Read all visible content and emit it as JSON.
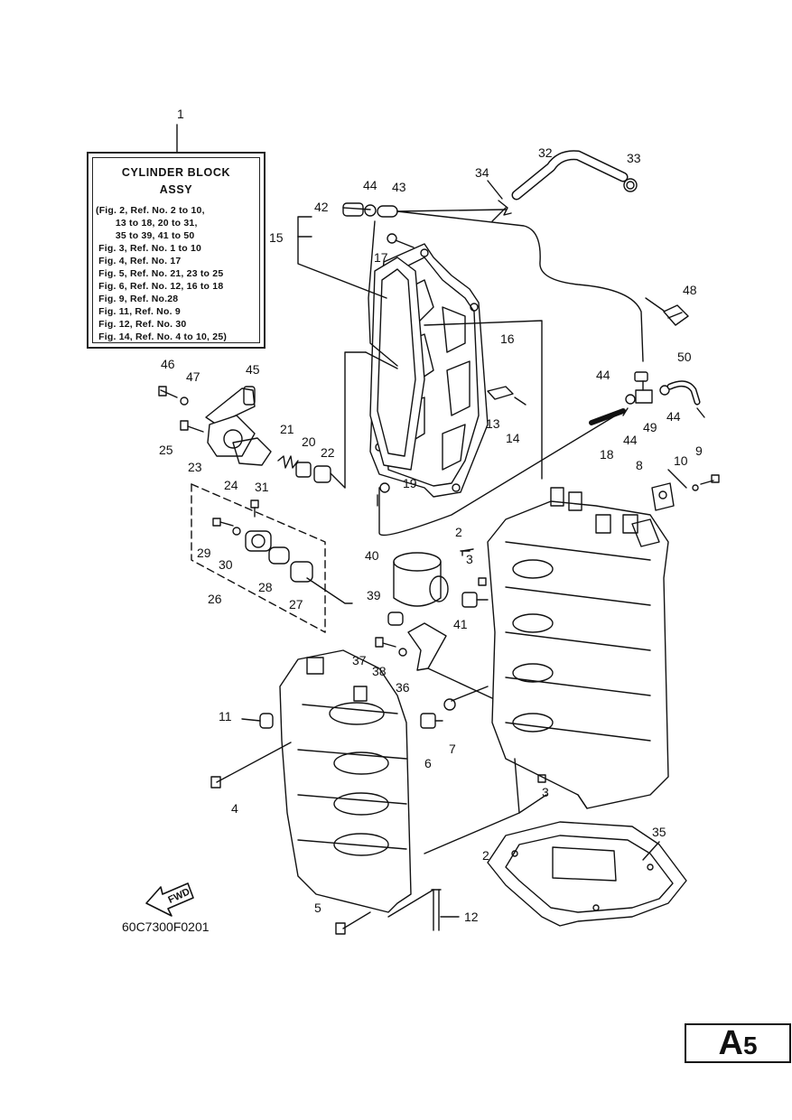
{
  "assy_box": {
    "callout": "1",
    "title_line1": "CYLINDER BLOCK",
    "title_line2": "ASSY",
    "refs": [
      "(Fig. 2, Ref. No. 2 to 10,",
      "       13 to 18, 20 to 31,",
      "       35 to 39, 41 to 50",
      " Fig. 3, Ref. No. 1 to 10",
      " Fig. 4, Ref. No. 17",
      " Fig. 5, Ref. No. 21, 23 to 25",
      " Fig. 6, Ref. No. 12, 16 to 18",
      " Fig. 9, Ref. No.28",
      " Fig. 11, Ref. No. 9",
      " Fig. 12, Ref. No. 30",
      " Fig. 14, Ref. No. 4 to 10, 25)"
    ]
  },
  "part_numbers": {
    "p2a": "2",
    "p2b": "2",
    "p3a": "3",
    "p3b": "3",
    "p4": "4",
    "p5": "5",
    "p6": "6",
    "p7": "7",
    "p8": "8",
    "p9": "9",
    "p10": "10",
    "p11": "11",
    "p12": "12",
    "p13": "13",
    "p14": "14",
    "p15": "15",
    "p16": "16",
    "p17": "17",
    "p18": "18",
    "p19": "19",
    "p20": "20",
    "p21": "21",
    "p22": "22",
    "p23": "23",
    "p24": "24",
    "p25": "25",
    "p26": "26",
    "p27": "27",
    "p28": "28",
    "p29": "29",
    "p30": "30",
    "p31": "31",
    "p32": "32",
    "p33": "33",
    "p34": "34",
    "p35": "35",
    "p36": "36",
    "p37": "37",
    "p38": "38",
    "p39": "39",
    "p40": "40",
    "p41": "41",
    "p42": "42",
    "p43": "43",
    "p44a": "44",
    "p44b": "44",
    "p44c": "44",
    "p44d": "44",
    "p45": "45",
    "p46": "46",
    "p47": "47",
    "p48": "48",
    "p49": "49",
    "p50": "50"
  },
  "fwd_label": "FWD",
  "diagram_code": "60C7300F0201",
  "page_code": {
    "letter": "A",
    "number": "5"
  }
}
